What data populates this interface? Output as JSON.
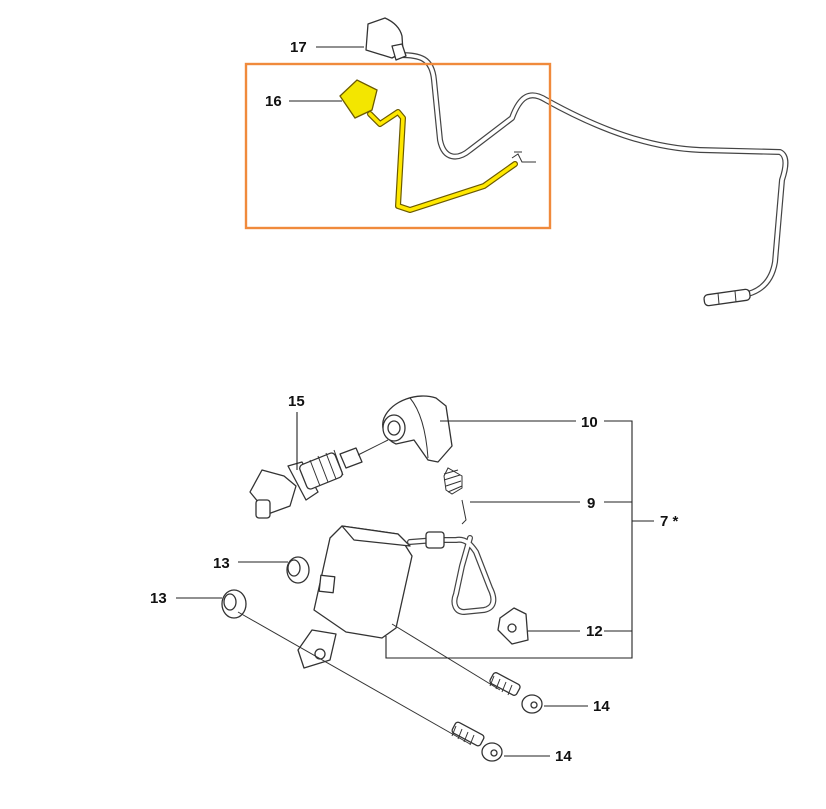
{
  "highlight_color": "#f3e600",
  "selection_box_color": "#f08a3c",
  "labels": {
    "l17": "17",
    "l16": "16",
    "l15": "15",
    "l10": "10",
    "l9": "9",
    "l7": "7 *",
    "l13a": "13",
    "l13b": "13",
    "l12": "12",
    "l14a": "14",
    "l14b": "14"
  }
}
